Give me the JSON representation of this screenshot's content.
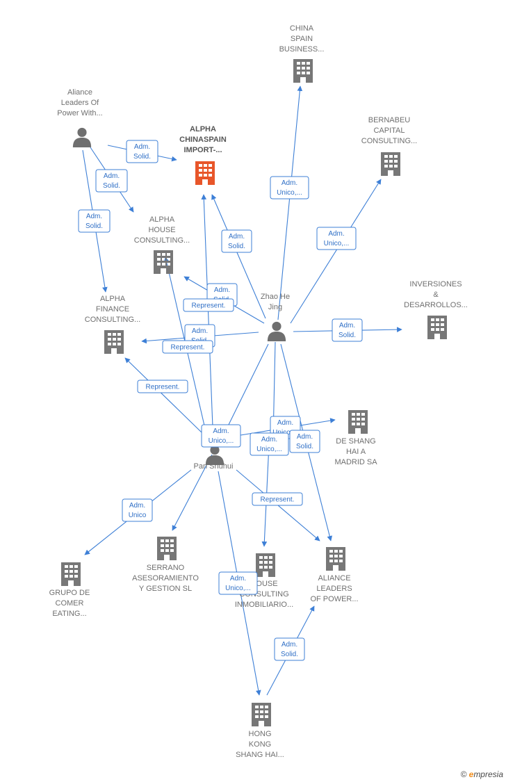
{
  "colors": {
    "edge": "#3d7fd6",
    "building": "#777777",
    "focus_building": "#e8562a",
    "person": "#6f6f6f"
  },
  "nodes": [
    {
      "id": "china_spain_business",
      "kind": "company",
      "lines": [
        "CHINA",
        "SPAIN",
        "BUSINESS..."
      ]
    },
    {
      "id": "bernabeu",
      "kind": "company",
      "lines": [
        "BERNABEU",
        "CAPITAL",
        "CONSULTING..."
      ]
    },
    {
      "id": "alpha_chinaspain",
      "kind": "company-focus",
      "lines": [
        "ALPHA",
        "CHINASPAIN",
        "IMPORT-..."
      ]
    },
    {
      "id": "aliance_person",
      "kind": "person",
      "lines": [
        "Aliance",
        "Leaders Of",
        "Power With..."
      ]
    },
    {
      "id": "alpha_house",
      "kind": "company",
      "lines": [
        "ALPHA",
        "HOUSE",
        "CONSULTING..."
      ]
    },
    {
      "id": "alpha_finance",
      "kind": "company",
      "lines": [
        "ALPHA",
        "FINANCE",
        "CONSULTING..."
      ]
    },
    {
      "id": "zhao",
      "kind": "person",
      "lines": [
        "Zhao He",
        "Jing"
      ]
    },
    {
      "id": "inversiones",
      "kind": "company",
      "lines": [
        "INVERSIONES",
        "&",
        "DESARROLLOS..."
      ]
    },
    {
      "id": "pan",
      "kind": "person",
      "lines": [
        "Pan Shuhui"
      ]
    },
    {
      "id": "de_shang",
      "kind": "company",
      "lines": [
        "DE SHANG",
        "HAI A",
        "MADRID SA"
      ]
    },
    {
      "id": "grupo",
      "kind": "company",
      "lines": [
        "GRUPO DE",
        "COMER",
        "EATING..."
      ]
    },
    {
      "id": "serrano",
      "kind": "company",
      "lines": [
        "SERRANO",
        "ASESORAMIENTO",
        "Y GESTION  SL"
      ]
    },
    {
      "id": "house_consulting",
      "kind": "company",
      "lines": [
        "HOUSE",
        "CONSULTING",
        "INMOBILIARIO..."
      ]
    },
    {
      "id": "aliance_company",
      "kind": "company",
      "lines": [
        "ALIANCE",
        "LEADERS",
        "OF POWER..."
      ]
    },
    {
      "id": "hong_kong",
      "kind": "company",
      "lines": [
        "HONG",
        "KONG",
        "SHANG HAI..."
      ]
    }
  ],
  "edge_labels": [
    {
      "id": "l1",
      "lines": [
        "Adm.",
        "Solid."
      ]
    },
    {
      "id": "l2",
      "lines": [
        "Adm.",
        "Solid."
      ]
    },
    {
      "id": "l3",
      "lines": [
        "Adm.",
        "Solid."
      ]
    },
    {
      "id": "l4",
      "lines": [
        "Adm.",
        "Unico,..."
      ]
    },
    {
      "id": "l5",
      "lines": [
        "Adm.",
        "Unico,..."
      ]
    },
    {
      "id": "l6",
      "lines": [
        "Adm.",
        "Solid."
      ]
    },
    {
      "id": "l7",
      "lines": [
        "Adm.",
        "Solid."
      ]
    },
    {
      "id": "l8",
      "lines": [
        "Represent."
      ]
    },
    {
      "id": "l9",
      "lines": [
        "Adm.",
        "Solid."
      ]
    },
    {
      "id": "l10",
      "lines": [
        "Represent."
      ]
    },
    {
      "id": "l11",
      "lines": [
        "Adm.",
        "Solid."
      ]
    },
    {
      "id": "l12",
      "lines": [
        "Represent."
      ]
    },
    {
      "id": "l13",
      "lines": [
        "Adm.",
        "Unico,..."
      ]
    },
    {
      "id": "l14",
      "lines": [
        "Adm.",
        "Unico,..."
      ]
    },
    {
      "id": "l15",
      "lines": [
        "Adm.",
        "Unico,..."
      ]
    },
    {
      "id": "l16",
      "lines": [
        "Adm.",
        "Solid."
      ]
    },
    {
      "id": "l17",
      "lines": [
        "Adm.",
        "Unico"
      ]
    },
    {
      "id": "l18",
      "lines": [
        "Represent."
      ]
    },
    {
      "id": "l19",
      "lines": [
        "Adm.",
        "Unico,..."
      ]
    },
    {
      "id": "l20",
      "lines": [
        "Adm.",
        "Solid."
      ]
    }
  ],
  "brand": {
    "copyright": "©",
    "initial": "e",
    "rest": "mpresia"
  }
}
